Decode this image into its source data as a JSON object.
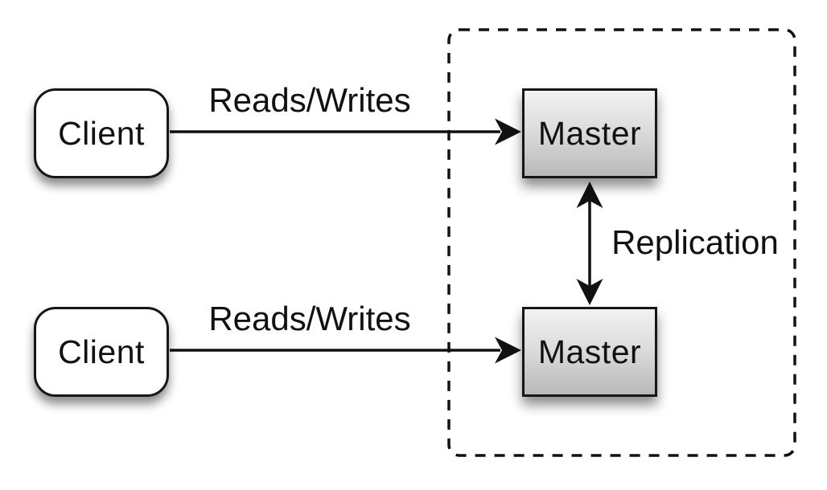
{
  "diagram": {
    "type": "architecture-diagram",
    "topic": "master-master-replication",
    "nodes": [
      {
        "id": "client-top",
        "label": "Client",
        "shape": "rounded-rectangle",
        "fill": "#ffffff"
      },
      {
        "id": "master-top",
        "label": "Master",
        "shape": "rectangle",
        "fill_gradient_top": "#f2f2f2",
        "fill_gradient_bottom": "#b9b9b9"
      },
      {
        "id": "client-bottom",
        "label": "Client",
        "shape": "rounded-rectangle",
        "fill": "#ffffff"
      },
      {
        "id": "master-bottom",
        "label": "Master",
        "shape": "rectangle",
        "fill_gradient_top": "#f2f2f2",
        "fill_gradient_bottom": "#b9b9b9"
      }
    ],
    "edges": [
      {
        "id": "reads-writes-top",
        "label": "Reads/Writes",
        "from": "client-top",
        "to": "master-top",
        "direction": "one-way"
      },
      {
        "id": "reads-writes-bottom",
        "label": "Reads/Writes",
        "from": "client-bottom",
        "to": "master-bottom",
        "direction": "one-way"
      },
      {
        "id": "replication",
        "label": "Replication",
        "from": "master-top",
        "to": "master-bottom",
        "direction": "two-way"
      }
    ],
    "group": {
      "id": "replication-group",
      "style": "dashed-rounded-rectangle",
      "contains": [
        "master-top",
        "master-bottom"
      ]
    },
    "colors": {
      "background": "#ffffff",
      "stroke": "#111111",
      "text": "#111111"
    }
  }
}
